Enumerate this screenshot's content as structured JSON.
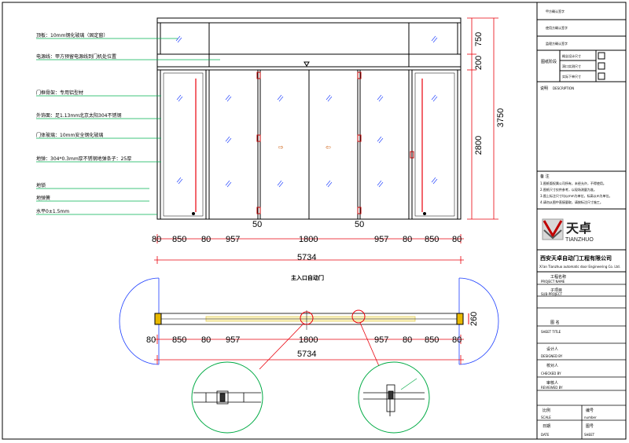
{
  "elevation": {
    "widths_top": [
      "80",
      "850",
      "80",
      "957",
      "1800",
      "957",
      "80",
      "850",
      "80"
    ],
    "total_width": "5734",
    "heights": {
      "top": "750",
      "transom": "200",
      "door": "2800",
      "total": "3750"
    },
    "offsets": [
      "50",
      "50"
    ],
    "left_notes": [
      "顶板：10mm钢化玻璃（固定窗）",
      "电源线：甲方预留电源线到门机处位置",
      "门框骨架：专用铝型材",
      "外饰面：足1.13mm北京太阳304不锈钢",
      "门体玻璃：10mm安全钢化玻璃",
      "地弹：304*0.3mm厚不锈钢地弹条子：25厚",
      "地锁",
      "地弹簧",
      "水平0±1.5mm"
    ]
  },
  "plan": {
    "title": "主入口自动门",
    "widths": [
      "80",
      "850",
      "80",
      "957",
      "1800",
      "957",
      "80",
      "850",
      "80"
    ],
    "total_width": "5734",
    "depth": "260"
  },
  "title_block": {
    "signatures": [
      "甲方确认签字",
      "使用方确认签字",
      "监理方确认签字"
    ],
    "stage_label": "图纸阶段",
    "stages": [
      "概念设计尺寸",
      "洞口实测尺寸",
      "实际下单尺寸"
    ],
    "description_label": "说明",
    "description_en": "DESCRIPTION",
    "remarks_title": "备 注",
    "remarks": [
      "1.图纸版权属公司所有，未经允许，不得使用。",
      "2.图纸尺寸仅供参考，以现场测量为准。",
      "3.图上标注尺寸均以mm为单位，标高以m为单位。",
      "4.请勿从图中直接量取，请按标注尺寸施工。"
    ],
    "logo_text": "天卓",
    "logo_sub": "TIANZHUO",
    "company_cn": "西安天卓自动门工程有限公司",
    "company_en": "Xi'an Tianzhuo automatic door Engineering Co. Ltd.",
    "rows": [
      {
        "cn": "工程名称",
        "en": "PROJECT NAME"
      },
      {
        "cn": "子项目",
        "en": "SUB-PROJECT"
      },
      {
        "cn": "图 名",
        "en": "SHEET TITLE"
      },
      {
        "cn": "设计人",
        "en": "DESIGNED BY"
      },
      {
        "cn": "校对人",
        "en": "CHECKED BY"
      },
      {
        "cn": "审核人",
        "en": "REVIEWED BY"
      }
    ],
    "scale_cn": "比例",
    "scale_en": "SCALE",
    "number_cn": "编号",
    "number_en": "number",
    "date_cn": "日期",
    "date_en": "DATE",
    "sheet_cn": "图号",
    "sheet_en": "SHEET"
  },
  "colors": {
    "dim_line": "#e8000b",
    "leader": "#00b050",
    "frame": "#000000",
    "glass": "#1a3cff",
    "plan_glass": "#e1cd5a",
    "detail_circle": "#00aa44"
  }
}
